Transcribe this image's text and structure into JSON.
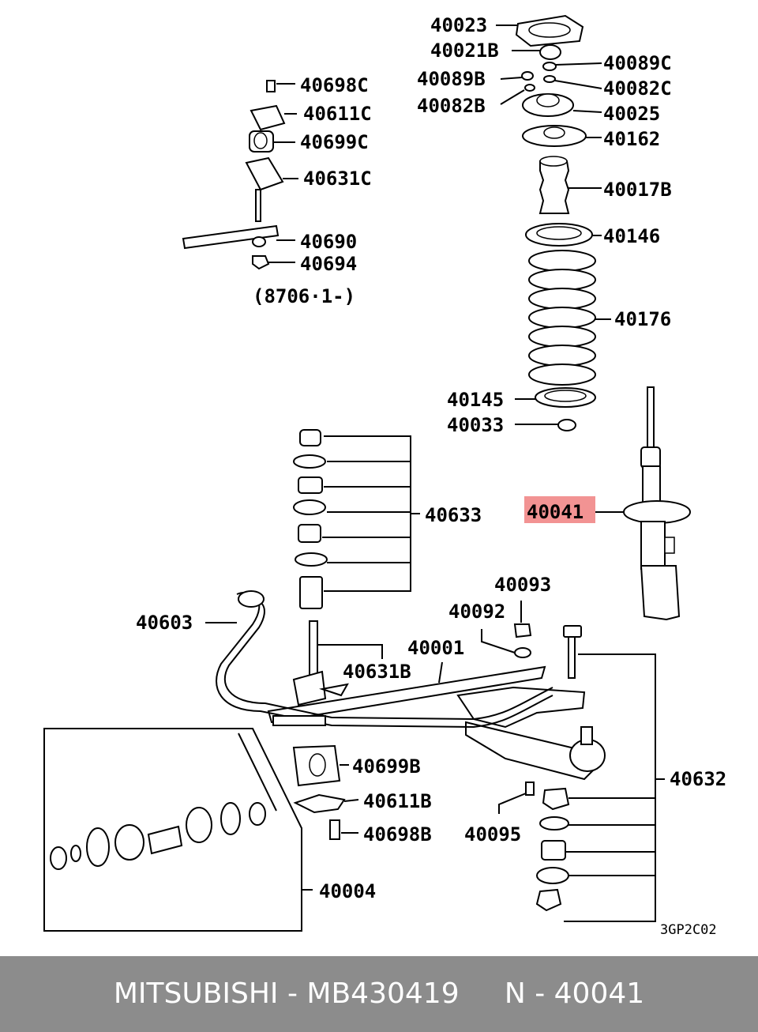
{
  "diagram": {
    "labels": {
      "p40023": "40023",
      "p40021B": "40021B",
      "p40089C": "40089C",
      "p40089B": "40089B",
      "p40082C": "40082C",
      "p40082B": "40082B",
      "p40025": "40025",
      "p40162": "40162",
      "p40017B": "40017B",
      "p40146": "40146",
      "p40176": "40176",
      "p40145": "40145",
      "p40033": "40033",
      "p40041": "40041",
      "p40698C": "40698C",
      "p40611C": "40611C",
      "p40699C": "40699C",
      "p40631C": "40631C",
      "p40690": "40690",
      "p40694": "40694",
      "date_range": "(8706·1-)",
      "p40633": "40633",
      "p40093": "40093",
      "p40092": "40092",
      "p40001": "40001",
      "p40603": "40603",
      "p40631B": "40631B",
      "p40632": "40632",
      "p40699B": "40699B",
      "p40611B": "40611B",
      "p40698B": "40698B",
      "p40095": "40095",
      "p40004": "40004"
    },
    "drawing_code": "3GP2C02",
    "highlight_color": "#f08080"
  },
  "footer": {
    "text": "MITSUBISHI - MB430419     N - 40041"
  },
  "colors": {
    "footer_bg": "#8c8c8c",
    "footer_text": "#ffffff"
  }
}
